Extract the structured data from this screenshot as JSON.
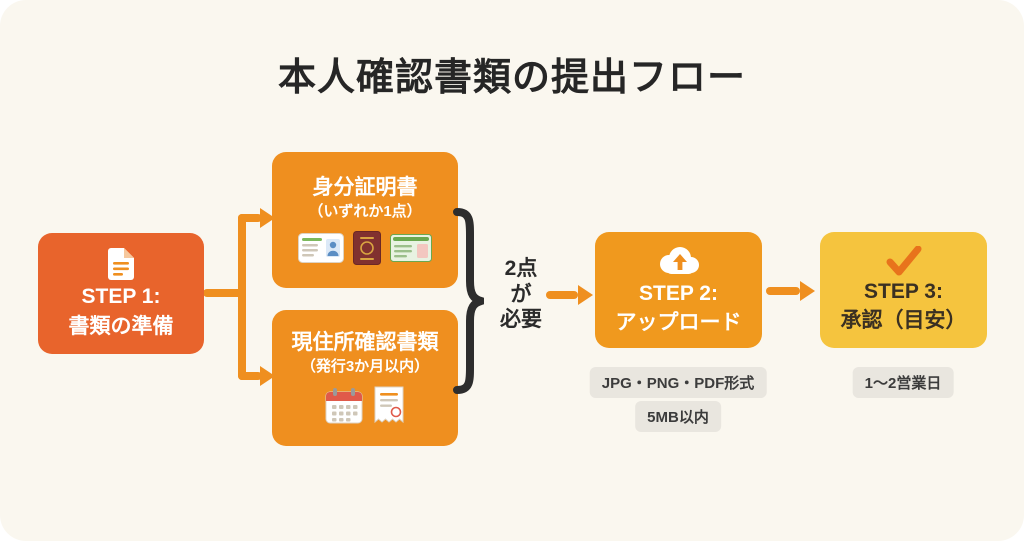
{
  "title": "本人確認書類の提出フロー",
  "step1": {
    "label": "STEP 1:",
    "name": "書類の準備"
  },
  "identity_box": {
    "title": "身分証明書",
    "subtitle": "（いずれか1点）"
  },
  "address_box": {
    "title": "現住所確認書類",
    "subtitle": "（発行3か月以内）"
  },
  "requirement_note": {
    "lines": [
      "2点",
      "が",
      "必要"
    ]
  },
  "step2": {
    "label": "STEP 2:",
    "name": "アップロード",
    "badges": [
      "JPG・PNG・PDF形式",
      "5MB以内"
    ]
  },
  "step3": {
    "label": "STEP 3:",
    "name": "承認（目安）",
    "badge": "1〜2営業日"
  },
  "icons": {
    "step1": "document-icon",
    "identity": [
      "drivers-license-icon",
      "passport-icon",
      "residence-card-icon"
    ],
    "address": [
      "calendar-icon",
      "utility-bill-icon"
    ],
    "step2": "cloud-upload-icon",
    "step3": "checkmark-icon"
  },
  "colors": {
    "step1_box": "#e8642c",
    "document_boxes": "#ef8f1f",
    "step2_box": "#f0991e",
    "step3_box": "#f5c43e",
    "arrow": "#ef8f1f",
    "brace": "#2d2d2d",
    "badge_bg": "#e9e6df",
    "background": "#faf7ef",
    "check": "#e8731c"
  }
}
